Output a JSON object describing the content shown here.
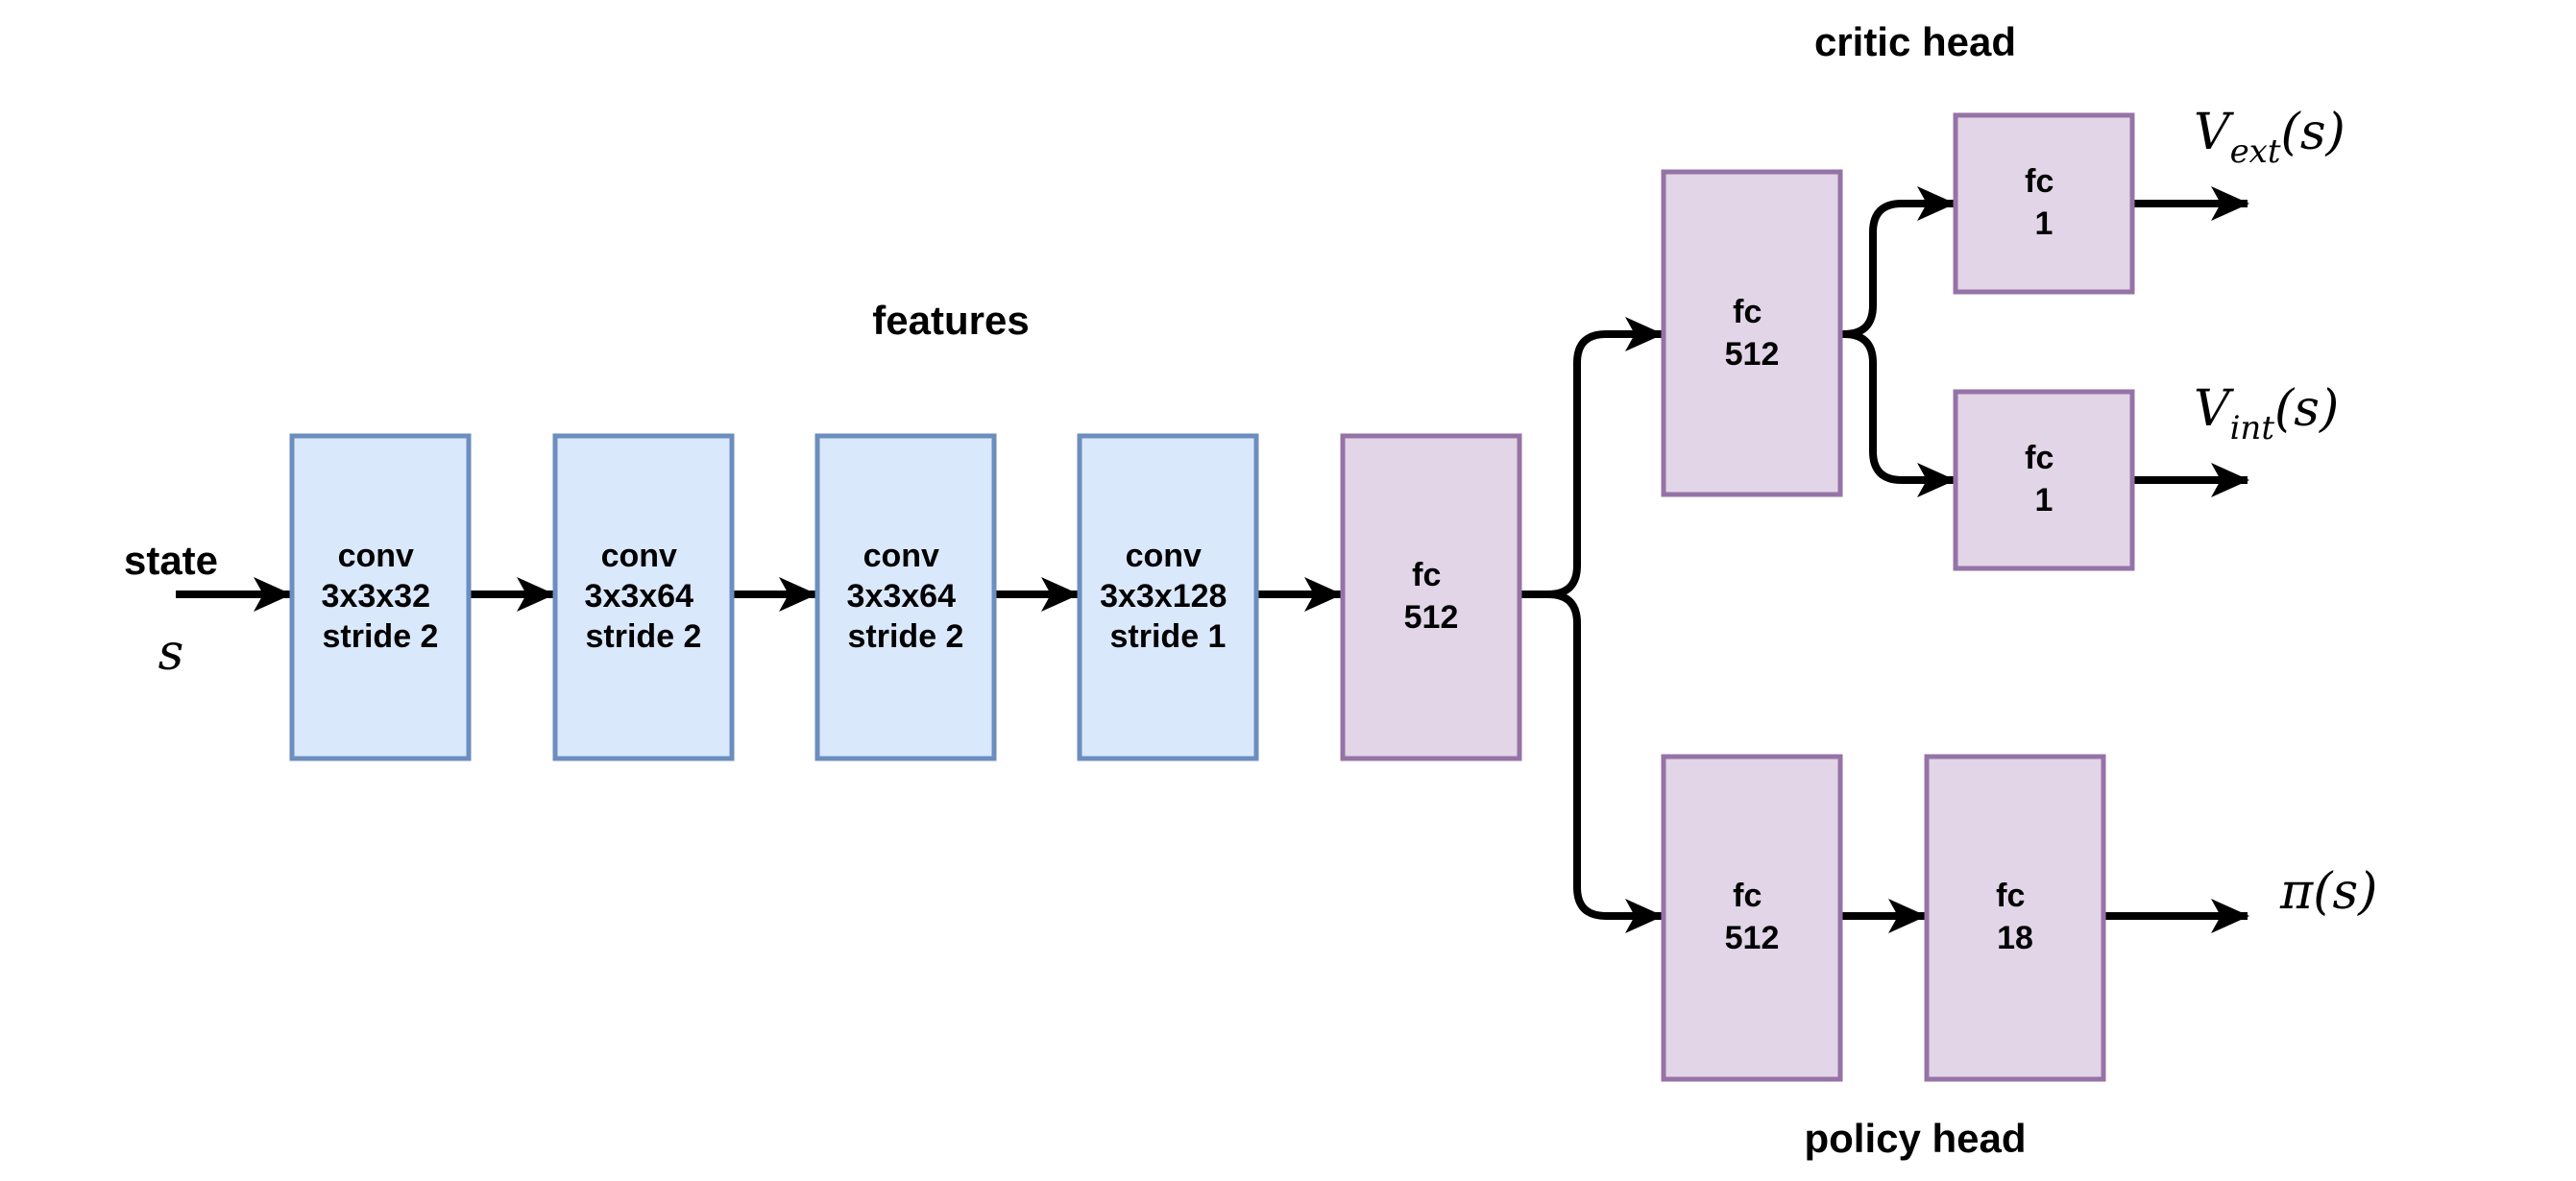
{
  "headings": {
    "features": "features",
    "critic_head": "critic head",
    "policy_head": "policy head"
  },
  "input": {
    "label": "state",
    "symbol": "s"
  },
  "feature_layers": [
    {
      "lines": [
        "conv",
        "3x3x32",
        "stride 2"
      ]
    },
    {
      "lines": [
        "conv",
        "3x3x64",
        "stride 2"
      ]
    },
    {
      "lines": [
        "conv",
        "3x3x64",
        "stride 2"
      ]
    },
    {
      "lines": [
        "conv",
        "3x3x128",
        "stride 1"
      ]
    },
    {
      "lines": [
        "fc",
        "512"
      ]
    }
  ],
  "critic_layers": {
    "shared": {
      "lines": [
        "fc",
        "512"
      ]
    },
    "ext": {
      "lines": [
        "fc",
        "1"
      ]
    },
    "int": {
      "lines": [
        "fc",
        "1"
      ]
    }
  },
  "policy_layers": [
    {
      "lines": [
        "fc",
        "512"
      ]
    },
    {
      "lines": [
        "fc",
        "18"
      ]
    }
  ],
  "outputs": {
    "v_ext": {
      "base": "V",
      "sub": "ext",
      "arg": "(s)"
    },
    "v_int": {
      "base": "V",
      "sub": "int",
      "arg": "(s)"
    },
    "pi": {
      "base": "π",
      "sub": "",
      "arg": "(s)"
    }
  },
  "colors": {
    "conv_fill": "#dae8fc",
    "conv_stroke": "#6c8ebf",
    "fc_fill": "#e1d5e7",
    "fc_stroke": "#9673a6",
    "edge": "#000000"
  }
}
